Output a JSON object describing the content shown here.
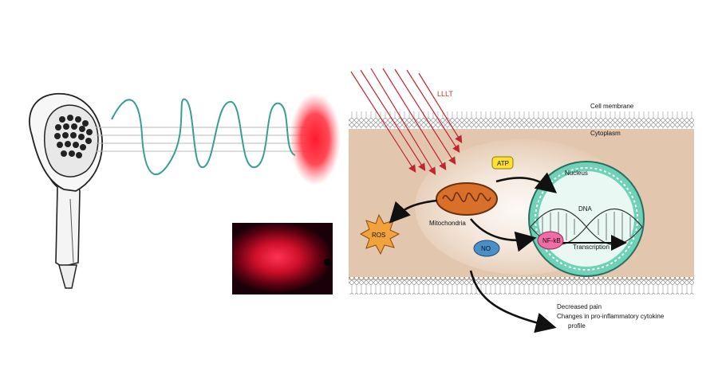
{
  "labels": {
    "lllt": "LLLT",
    "cell_membrane": "Cell membrane",
    "cytoplasm": "Cytoplasm",
    "atp": "ATP",
    "nucleus": "Nucleus",
    "dna": "DNA",
    "mitochondria": "Mitochondria",
    "ros": "ROS",
    "no": "NO",
    "nfkb": "NF-kB",
    "transcription": "Transcription",
    "outcome_1": "Decreased pain",
    "outcome_2": "Changes in pro-inflammatory cytokine",
    "outcome_3": "profile"
  },
  "colors": {
    "laser_red": "#ff2a3a",
    "cytoplasm": "#e3c6ae",
    "membrane_grey": "#9aa0a6",
    "wave_teal": "#3a9d8f",
    "nucleus_green": "#6fd1b6",
    "mitochondria_orange": "#d9702a",
    "atp_yellow": "#ffe033",
    "no_blue": "#4a90c8",
    "nfkb_pink": "#f26aa6",
    "ros_orange": "#f2a23a"
  }
}
